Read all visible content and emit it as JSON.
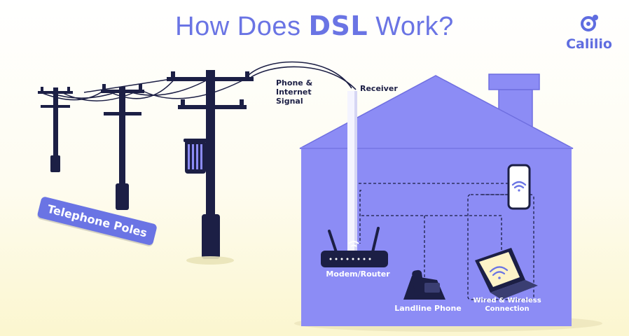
{
  "title": {
    "prefix": "How Does ",
    "highlight": "DSL",
    "suffix": " Work?"
  },
  "brand": {
    "name": "Calilio",
    "icon": "calilio-logo-icon",
    "color": "#5f6de0"
  },
  "labels": {
    "telephone_poles": "Telephone Poles",
    "signal_line1": "Phone &",
    "signal_line2": "Internet",
    "signal_line3": "Signal",
    "receiver": "Receiver",
    "modem_router": "Modem/Router",
    "landline_phone": "Landline Phone",
    "connection_line1": "Wired & Wireless",
    "connection_line2": "Connection"
  },
  "colors": {
    "title": "#6a74e4",
    "house": "#8c8cf5",
    "house_dark": "#6f6fe0",
    "pole": "#1c1f45",
    "accent": "#6a74e4"
  },
  "icons": {
    "wifi": "wifi-icon",
    "router": "router-icon",
    "phone": "desk-phone-icon",
    "laptop": "laptop-icon",
    "mobile": "mobile-phone-icon",
    "transformer": "transformer-icon"
  }
}
